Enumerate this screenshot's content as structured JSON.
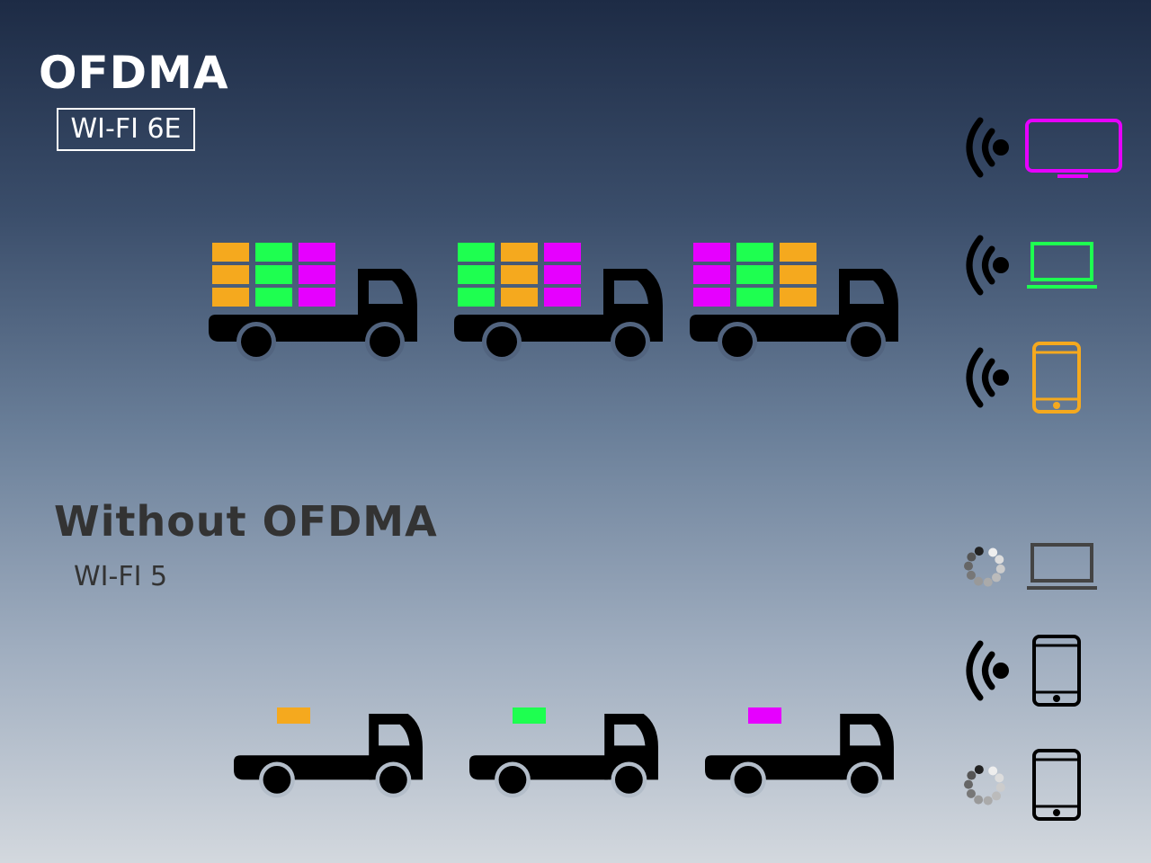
{
  "ofdma": {
    "title": "OFDMA",
    "badge": "WI-FI 6E",
    "trucks": [
      [
        "#F5A91E",
        "#1EFF50",
        "#E600FF"
      ],
      [
        "#1EFF50",
        "#F5A91E",
        "#E600FF"
      ],
      [
        "#E600FF",
        "#1EFF50",
        "#F5A91E"
      ]
    ],
    "devices": [
      {
        "type": "tv",
        "status": "connected",
        "color": "#E600FF"
      },
      {
        "type": "laptop",
        "status": "connected",
        "color": "#1EFF50"
      },
      {
        "type": "phone",
        "status": "connected",
        "color": "#F5A91E"
      }
    ]
  },
  "legacy": {
    "title": "Without OFDMA",
    "subtitle": "WI-FI 5",
    "trucks": [
      "#F5A91E",
      "#1EFF50",
      "#E600FF"
    ],
    "devices": [
      {
        "type": "laptop",
        "status": "loading",
        "color": "#444444"
      },
      {
        "type": "phone",
        "status": "connected",
        "color": "#000000"
      },
      {
        "type": "phone",
        "status": "loading",
        "color": "#000000"
      }
    ]
  }
}
